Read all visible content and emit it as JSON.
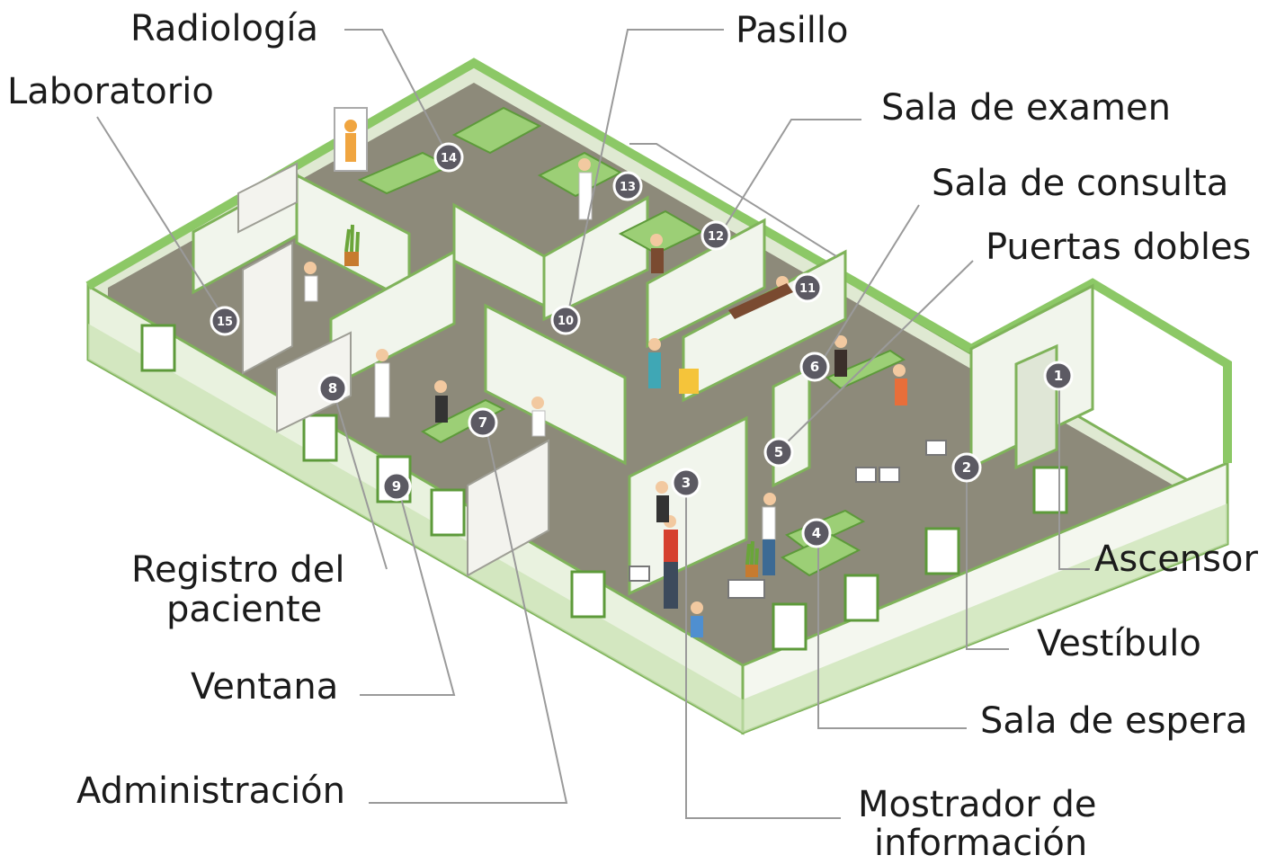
{
  "labels": {
    "radiologia": "Radiología",
    "laboratorio": "Laboratorio",
    "pasillo": "Pasillo",
    "sala_examen": "Sala de examen",
    "sala_consulta": "Sala de consulta",
    "puertas_dobles": "Puertas dobles",
    "ascensor": "Ascensor",
    "vestibulo": "Vestíbulo",
    "sala_espera": "Sala de espera",
    "mostrador_1": "Mostrador de",
    "mostrador_2": "información",
    "administracion": "Administración",
    "ventana": "Ventana",
    "registro_1": "Registro del",
    "registro_2": "paciente"
  },
  "markers": [
    "1",
    "2",
    "3",
    "4",
    "5",
    "6",
    "7",
    "8",
    "9",
    "10",
    "11",
    "12",
    "13",
    "14",
    "15"
  ],
  "colors": {
    "wall_green": "#8cc866",
    "wall_light": "#e8f2de",
    "floor": "#8d8a7a",
    "marker_fill": "#5c5a63",
    "leader_line": "#9a9a9a"
  }
}
